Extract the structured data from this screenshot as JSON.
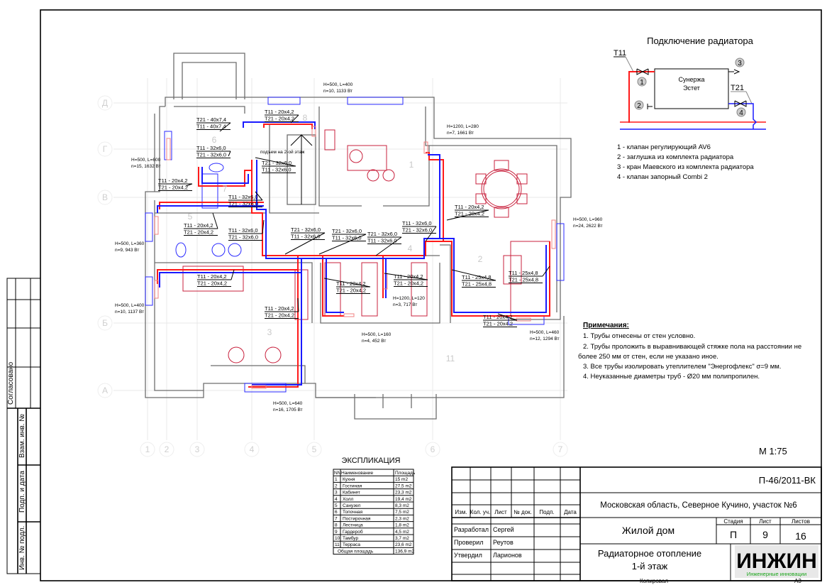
{
  "drawing": {
    "pipe_labels": [
      [
        "T21 - 40x7,4",
        "T11 - 40x7,4"
      ],
      [
        "T11 - 32x6,0",
        "T21 - 32x6,0"
      ],
      [
        "T21 - 32x6,0",
        "T11 - 32x6,0"
      ],
      [
        "T11 - 20x4,2",
        "T21 - 20x4,2"
      ],
      [
        "T11 - 32x6,0",
        "T21 - 32x6,0"
      ],
      [
        "T11 - 20x4,2",
        "T21 - 20x4,2"
      ],
      [
        "T11 - 32x6,0",
        "T21 - 32x6,0"
      ],
      [
        "T11 - 20x4,2",
        "T21 - 20x4,2"
      ],
      [
        "T21 - 32x6,0",
        "T11 - 32x6,0"
      ],
      [
        "T21 - 32x6,0",
        "T11 - 32x6,0"
      ],
      [
        "T21 - 32x6,0",
        "T11 - 32x6,0"
      ],
      [
        "T11 - 32x6,0",
        "T21 - 32x6,0"
      ],
      [
        "T11 - 20x4,2",
        "T21 - 20x4,2"
      ],
      [
        "T11 - 20x4,2",
        "T21 - 20x4,2"
      ],
      [
        "T11 - 20x4,2",
        "T21 - 20x4,2"
      ],
      [
        "T11 - 20x4,2",
        "T21 - 20x4,2"
      ],
      [
        "T11 - 20x4,2",
        "T21 - 20x4,2"
      ],
      [
        "T11 - 25x4,8",
        "T21 - 25x4,8"
      ],
      [
        "T11 - 25x4,8",
        "T21 - 25x4,8"
      ],
      [
        "T11 - 20x4,2",
        "T21 - 20x4,2"
      ]
    ],
    "radiator_labels": [
      [
        "H=500, L=400",
        "n=10, 1133 Вт"
      ],
      [
        "H=1200, L=280",
        "n=7, 1661 Вт"
      ],
      [
        "H=500, L=600",
        "n=15, 1632 Вт"
      ],
      [
        "H=500, L=960",
        "n=24, 2622 Вт"
      ],
      [
        "H=500, L=360",
        "n=9, 943 Вт"
      ],
      [
        "H=500, L=400",
        "n=10, 1137 Вт"
      ],
      [
        "H=1200, L=120",
        "n=3, 717 Вт"
      ],
      [
        "H=500, L=160",
        "n=4, 452 Вт"
      ],
      [
        "H=500, L=460",
        "n=12, 1294 Вт"
      ],
      [
        "H=500, L=640",
        "n=16, 1705 Вт"
      ]
    ],
    "room_numbers": [
      "1",
      "2",
      "3",
      "4",
      "5",
      "6",
      "7",
      "8",
      "11"
    ],
    "axis_letters": [
      "Д",
      "Г",
      "В",
      "Б",
      "А"
    ],
    "axis_numbers": [
      "1",
      "2",
      "3",
      "4",
      "5",
      "6",
      "7"
    ],
    "stair_note": "подъем на 2-ой этаж",
    "scale": "М 1:75"
  },
  "connection": {
    "title": "Подключение радиатора",
    "t11": "T11",
    "t21": "T21",
    "radiator_name": [
      "Сунержа",
      "Эстет"
    ],
    "markers": [
      "1",
      "2",
      "3",
      "4"
    ],
    "legend": [
      "1 - клапан регулирующий AV6",
      "2 - заглушка из комплекта радиатора",
      "3 - кран Маевского из комплекта радиатора",
      "4 - клапан запорный Combi 2"
    ],
    "colors": {
      "supply": "#ff1a1a",
      "return": "#1a1aff"
    }
  },
  "notes": {
    "title": "Примечания:",
    "items": [
      "1. Трубы отнесены от стен условно.",
      "2. Трубы проложить в выравнивающей стяжке  пола на расстоянии не",
      "более 250 мм от стен, если не указано иное.",
      "3. Все трубы изолировать утеплителем \"Энергофлекс\" σ=9 мм.",
      "4. Неуказанные диаметры труб - Ø20 мм полипропилен."
    ]
  },
  "explication": {
    "title": "ЭКСПЛИКАЦИЯ",
    "headers": [
      "NN",
      "Наименование",
      "Площадь"
    ],
    "rows": [
      [
        "1",
        "Кухня",
        "15 m2"
      ],
      [
        "2",
        "Гостиная",
        "27,5  m2"
      ],
      [
        "3",
        "Кабинет",
        "23,3  m2"
      ],
      [
        "4",
        "Холл",
        "19,4  m2"
      ],
      [
        "5",
        "Санузел",
        " 8,3  m2"
      ],
      [
        "6",
        "Топочная",
        "7,5  m2"
      ],
      [
        "7",
        "Постирочная",
        "2,3  m2"
      ],
      [
        "8",
        "Лестница",
        "1,8 m2"
      ],
      [
        "9",
        "Гардероб",
        "4,5 m2"
      ],
      [
        "10",
        "Тамбур",
        "3,7 m2"
      ],
      [
        "11",
        "Терраса",
        "23,6 m2"
      ]
    ],
    "total": [
      "Общая площадь",
      "136,9  m2"
    ]
  },
  "title_block": {
    "code": "П-46/2011-ВК",
    "address": "Московская область, Северное Кучино, участок №6",
    "object": "Жилой дом",
    "sheet_title": [
      "Радиаторное отопление",
      "1-й этаж"
    ],
    "headers": [
      "Изм.",
      "Кол. уч.",
      "Лист",
      "№ док.",
      "Подп.",
      "Дата"
    ],
    "roles": [
      [
        "Разработал",
        "Сергей"
      ],
      [
        "Проверил",
        "Реутов"
      ],
      [
        "Утвердил",
        "Ларионов"
      ]
    ],
    "stage_headers": [
      "Стадия",
      "Лист",
      "Листов"
    ],
    "stage_values": [
      "П",
      "9",
      "16"
    ],
    "logo": {
      "text": "ИНЖИН",
      "subtitle": "Инженерные инновации",
      "color": "#1aa51a"
    }
  },
  "stamp": {
    "agreed": "Согласовано",
    "replaced": "Взам. инв. №",
    "signature": "Подп. и дата",
    "inventory": "Инв. № подл."
  },
  "footer": {
    "copied": "Копировал",
    "format": "А3"
  }
}
